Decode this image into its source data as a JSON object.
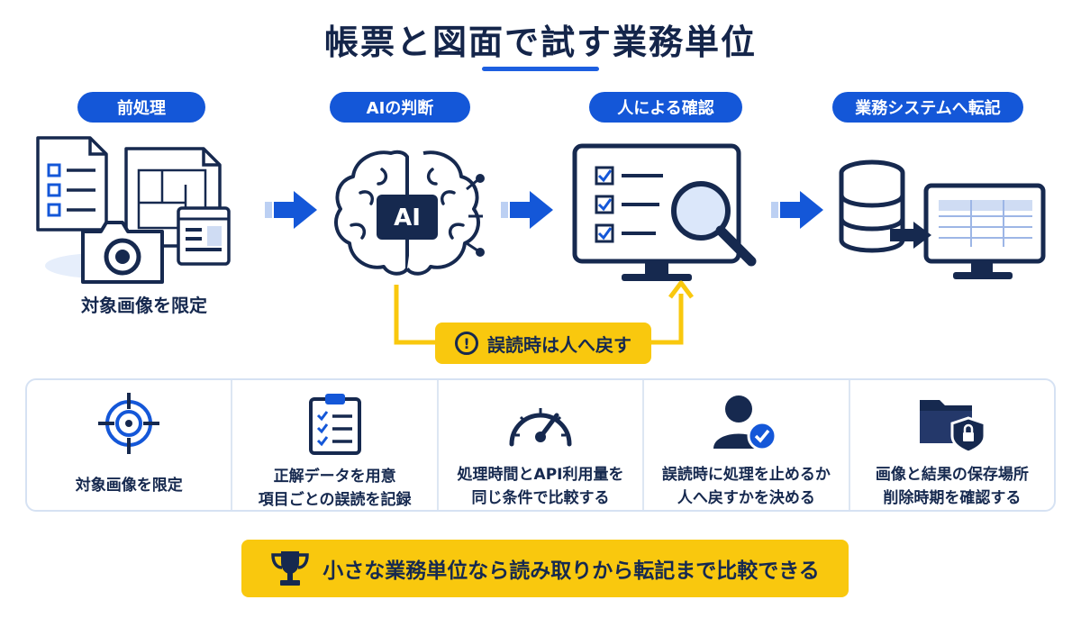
{
  "title": "帳票と図面で試す業務単位",
  "steps": [
    {
      "label": "前処理",
      "caption": "対象画像を限定"
    },
    {
      "label": "AIの判断",
      "icon_text": "AI"
    },
    {
      "label": "人による確認"
    },
    {
      "label": "業務システムへ転記"
    }
  ],
  "warning": {
    "icon": "!",
    "text": "誤読時は人へ戻す"
  },
  "checklist": [
    {
      "icon": "target-icon",
      "lines": [
        "対象画像を限定"
      ]
    },
    {
      "icon": "clipboard-icon",
      "lines": [
        "正解データを用意",
        "項目ごとの誤読を記録"
      ]
    },
    {
      "icon": "speedometer-icon",
      "lines": [
        "処理時間とAPI利用量を",
        "同じ条件で比較する"
      ]
    },
    {
      "icon": "user-check-icon",
      "lines": [
        "誤読時に処理を止めるか",
        "人へ戻すかを決める"
      ]
    },
    {
      "icon": "secure-folder-icon",
      "lines": [
        "画像と結果の保存場所",
        "削除時期を確認する"
      ]
    }
  ],
  "banner": {
    "icon": "trophy-icon",
    "text": "小さな業務単位なら読み取りから転記まで比較できる"
  },
  "colors": {
    "navy": "#16294f",
    "blue": "#1457d8",
    "yellow": "#f9c80e",
    "light": "#e6eefb"
  }
}
